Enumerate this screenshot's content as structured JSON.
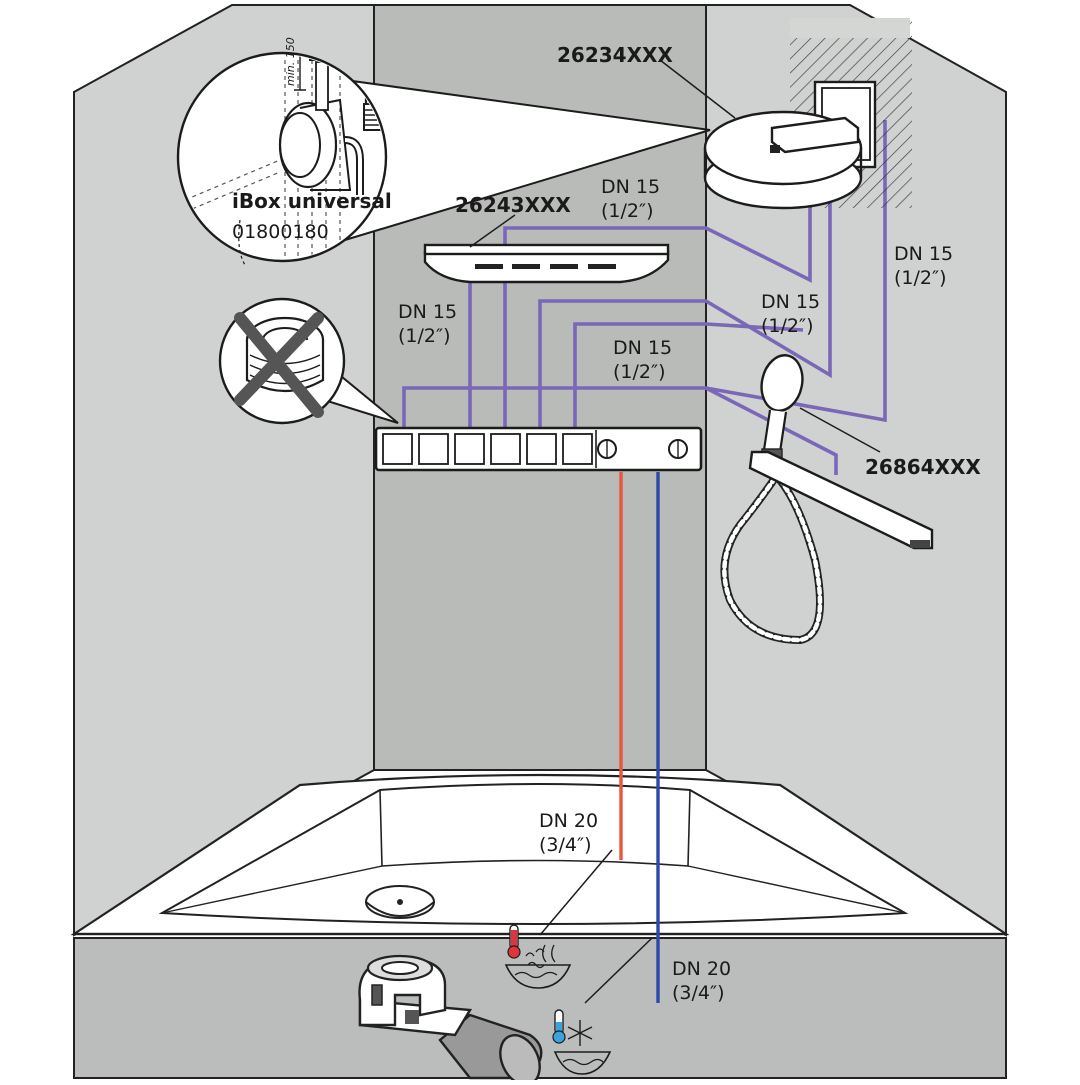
{
  "colors": {
    "wall_side": "#cfd2d0",
    "wall_center": "#b8bbb8",
    "floor": "#babdbb",
    "pipe_supply": "#7a67b8",
    "pipe_hot": "#e8563c",
    "pipe_cold": "#2b4aa8",
    "icon_hot": "#e0343c",
    "icon_cold": "#3aa3dc"
  },
  "labels": {
    "overhead_shower": "26234XXX",
    "ceiling_outlet": "26243XXX",
    "hand_shower_rail": "26864XXX",
    "ibox_title": "iBox universal",
    "ibox_code": "01800180",
    "ibox_min": "min. 150",
    "dn15_a": {
      "line1": "DN 15",
      "line2": "(1/2″)"
    },
    "dn15_b": {
      "line1": "DN 15",
      "line2": "(1/2″)"
    },
    "dn15_c": {
      "line1": "DN 15",
      "line2": "(1/2″)"
    },
    "dn15_d": {
      "line1": "DN 15",
      "line2": "(1/2″)"
    },
    "dn15_e": {
      "line1": "DN 15",
      "line2": "(1/2″)"
    },
    "dn20_hot": {
      "line1": "DN 20",
      "line2": "(3/4″)"
    },
    "dn20_cold": {
      "line1": "DN 20",
      "line2": "(3/4″)"
    }
  },
  "icons": {
    "hot_water": "thermometer-hot-icon",
    "cold_water": "thermometer-snowflake-icon",
    "not_allowed": "cross-out-icon"
  }
}
